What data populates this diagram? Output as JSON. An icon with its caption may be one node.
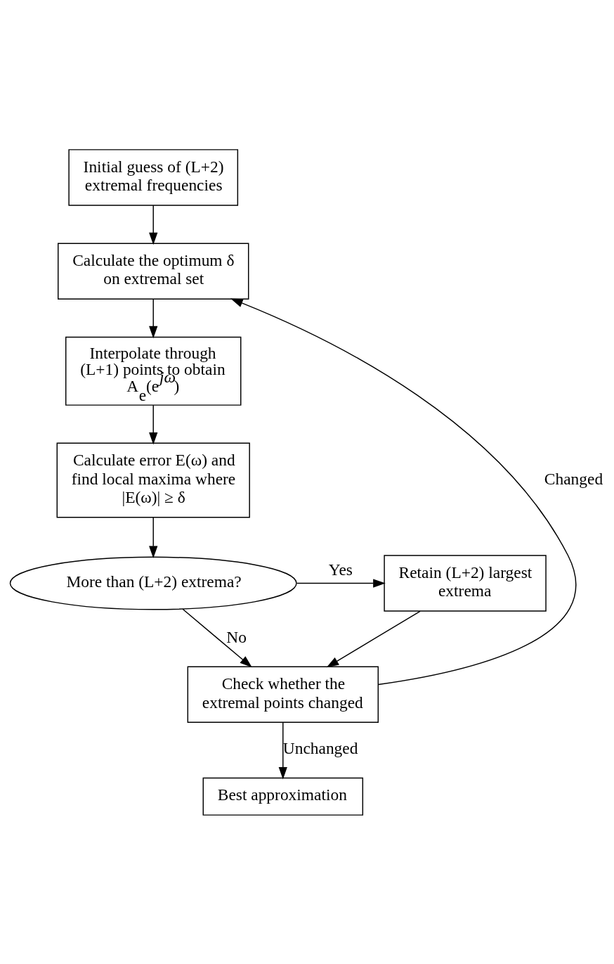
{
  "diagram": {
    "nodes": [
      {
        "text": [
          "Initial guess of (L+2) extremal frequencies"
        ]
      },
      {
        "text": [
          "Calculate the optimum δ on extremal set"
        ]
      },
      {
        "text": [
          "Interpolate through (L+1) points to obtain A$_{e}$(e$^{jω}$)"
        ]
      },
      {
        "text": [
          "Calculate error E(ω) and find local maxima where |E(ω)| ≥ δ"
        ]
      },
      {
        "text": [
          "More than (L+2) extrema?"
        ]
      },
      {
        "text": [
          "Retain (L+2) largest extrema"
        ]
      },
      {
        "text": [
          "Check whether the extremal points changed"
        ]
      },
      {
        "text": [
          "Best approximation"
        ]
      }
    ],
    "edges": [
      {
        "from": 0,
        "to": 1,
        "arrow": "to"
      },
      {
        "from": 6,
        "to": 1,
        "arrow": "to",
        "label": "Changed"
      },
      {
        "from": 1,
        "to": 2,
        "arrow": "to"
      },
      {
        "from": 2,
        "to": 3,
        "arrow": "to"
      },
      {
        "from": 3,
        "to": 4,
        "arrow": "to"
      },
      {
        "from": 4,
        "to": 5,
        "arrow": "to",
        "label": "Yes"
      },
      {
        "from": 4,
        "to": 6,
        "arrow": "to",
        "label": "No"
      },
      {
        "from": 5,
        "to": 6,
        "arrow": "to"
      },
      {
        "from": 6,
        "to": 7,
        "arrow": "to",
        "label": "Unchanged"
      }
    ]
  }
}
